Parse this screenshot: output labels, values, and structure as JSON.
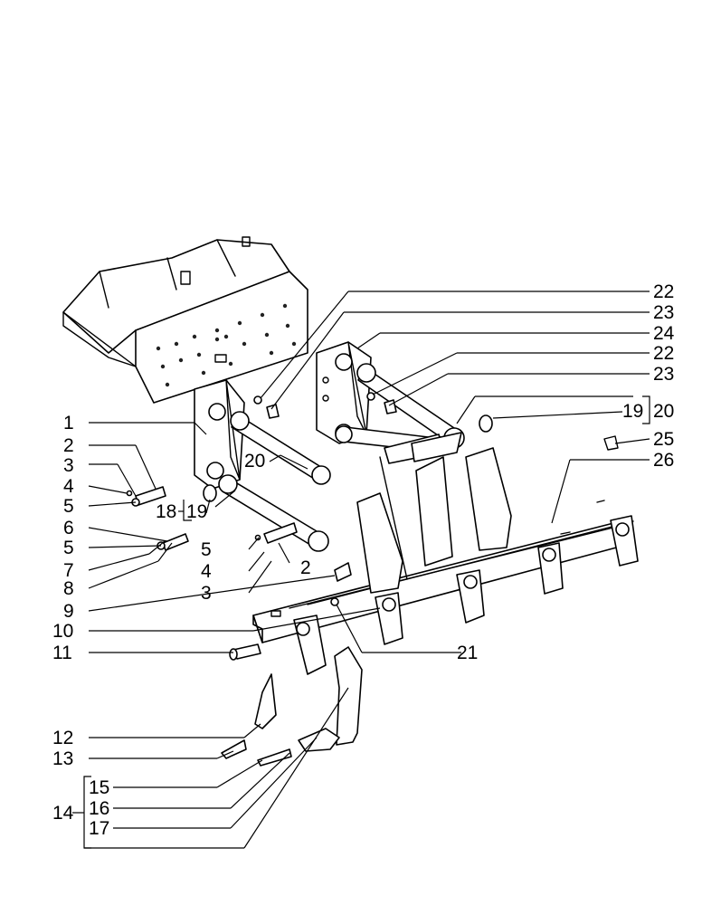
{
  "labels": {
    "n1": "1",
    "n2a": "2",
    "n2b": "2",
    "n3a": "3",
    "n3b": "3",
    "n4a": "4",
    "n4b": "4",
    "n5a": "5",
    "n5b": "5",
    "n5c": "5",
    "n6": "6",
    "n7": "7",
    "n8": "8",
    "n9": "9",
    "n10": "10",
    "n11": "11",
    "n12": "12",
    "n13": "13",
    "n14": "14",
    "n15": "15",
    "n16": "16",
    "n17": "17",
    "n18": "18",
    "n19a": "19",
    "n19b": "19",
    "n20a": "20",
    "n20b": "20",
    "n21": "21",
    "n22a": "22",
    "n22b": "22",
    "n23a": "23",
    "n23b": "23",
    "n24": "24",
    "n25": "25",
    "n26": "26"
  }
}
